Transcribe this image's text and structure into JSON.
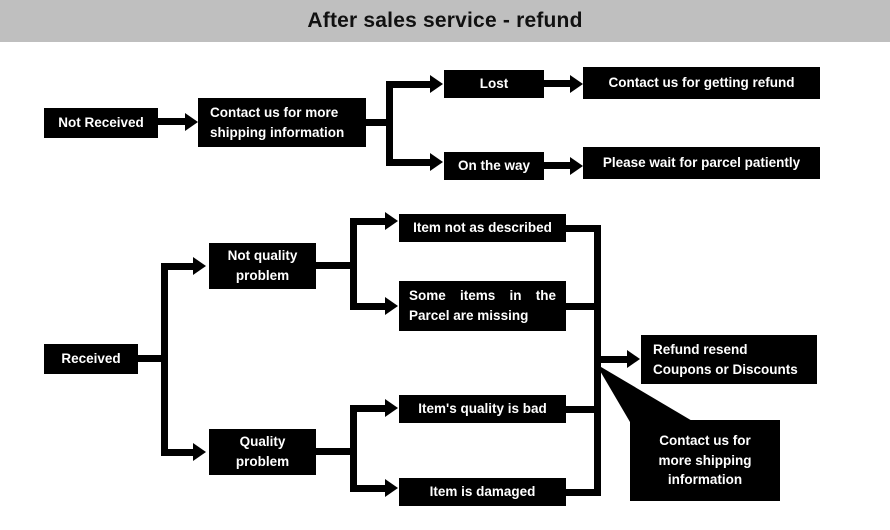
{
  "header": {
    "title": "After sales service - refund",
    "background": "#bfbfbf",
    "text_color": "#111111"
  },
  "theme": {
    "node_fill": "#000000",
    "node_text": "#ffffff",
    "connector": "#000000",
    "page_background": "#ffffff"
  },
  "chart_data": {
    "type": "flowchart",
    "title": "After sales service - refund",
    "orientation": "left-to-right",
    "nodes": [
      {
        "id": "not-received",
        "label": "Not Received"
      },
      {
        "id": "contact-shipping-info",
        "label_line1": "Contact us for more",
        "label_line2": "shipping information"
      },
      {
        "id": "lost",
        "label": "Lost"
      },
      {
        "id": "contact-getting-refund",
        "label": "Contact us for getting refund"
      },
      {
        "id": "on-the-way",
        "label": "On the way"
      },
      {
        "id": "wait-parcel",
        "label": "Please wait for parcel patiently"
      },
      {
        "id": "received",
        "label": "Received"
      },
      {
        "id": "not-quality-problem",
        "label_line1": "Not quality",
        "label_line2": "problem"
      },
      {
        "id": "quality-problem",
        "label_line1": "Quality",
        "label_line2": "problem"
      },
      {
        "id": "item-not-as-described",
        "label": "Item not as described"
      },
      {
        "id": "items-missing",
        "label_line1": "Some items in the",
        "label_line2": "Parcel are missing"
      },
      {
        "id": "item-quality-bad",
        "label": "Item's quality is bad"
      },
      {
        "id": "item-damaged",
        "label": "Item is damaged"
      },
      {
        "id": "refund-resend",
        "label_line1": "Refund resend",
        "label_line2": "Coupons or Discounts"
      },
      {
        "id": "callout-contact-shipping",
        "label_line1": "Contact us for",
        "label_line2": "more shipping",
        "label_line3": "information"
      }
    ],
    "edges": [
      {
        "from": "not-received",
        "to": "contact-shipping-info"
      },
      {
        "from": "contact-shipping-info",
        "to": "lost"
      },
      {
        "from": "contact-shipping-info",
        "to": "on-the-way"
      },
      {
        "from": "lost",
        "to": "contact-getting-refund"
      },
      {
        "from": "on-the-way",
        "to": "wait-parcel"
      },
      {
        "from": "received",
        "to": "not-quality-problem"
      },
      {
        "from": "received",
        "to": "quality-problem"
      },
      {
        "from": "not-quality-problem",
        "to": "item-not-as-described"
      },
      {
        "from": "not-quality-problem",
        "to": "items-missing"
      },
      {
        "from": "quality-problem",
        "to": "item-quality-bad"
      },
      {
        "from": "quality-problem",
        "to": "item-damaged"
      },
      {
        "from": "item-not-as-described",
        "to": "refund-resend"
      },
      {
        "from": "items-missing",
        "to": "refund-resend"
      },
      {
        "from": "item-quality-bad",
        "to": "refund-resend"
      },
      {
        "from": "item-damaged",
        "to": "refund-resend"
      },
      {
        "from": "refund-resend",
        "to": "callout-contact-shipping",
        "style": "callout-tail"
      }
    ]
  },
  "nodes": {
    "not_received": {
      "label": "Not Received"
    },
    "contact_shipping_info": {
      "line1": "Contact us for more",
      "line2": "shipping information"
    },
    "lost": {
      "label": "Lost"
    },
    "contact_getting_refund": {
      "label": "Contact us for getting refund"
    },
    "on_the_way": {
      "label": "On the way"
    },
    "wait_parcel": {
      "label": "Please wait for parcel patiently"
    },
    "received": {
      "label": "Received"
    },
    "not_quality_problem": {
      "line1": "Not quality",
      "line2": "problem"
    },
    "quality_problem": {
      "line1": "Quality",
      "line2": "problem"
    },
    "item_not_as_described": {
      "label": "Item not as described"
    },
    "items_missing": {
      "line1": "Some items in the",
      "line2": "Parcel are missing"
    },
    "item_quality_bad": {
      "label": "Item's quality is bad"
    },
    "item_damaged": {
      "label": "Item is damaged"
    },
    "refund_resend": {
      "line1": "Refund resend",
      "line2": "Coupons or Discounts"
    },
    "callout": {
      "line1": "Contact us for",
      "line2": "more shipping",
      "line3": "information"
    }
  }
}
